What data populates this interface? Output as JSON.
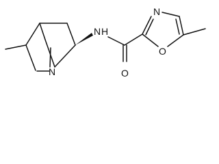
{
  "molecule": {
    "atoms": {
      "amide_n": "N",
      "amide_h": "H",
      "carbonyl_o": "O",
      "oxazole_n": "N",
      "oxazole_o": "O",
      "bridgehead_n": "N"
    }
  },
  "colors": {
    "bond": "#111111",
    "label": "#111111",
    "background": "#ffffff"
  }
}
